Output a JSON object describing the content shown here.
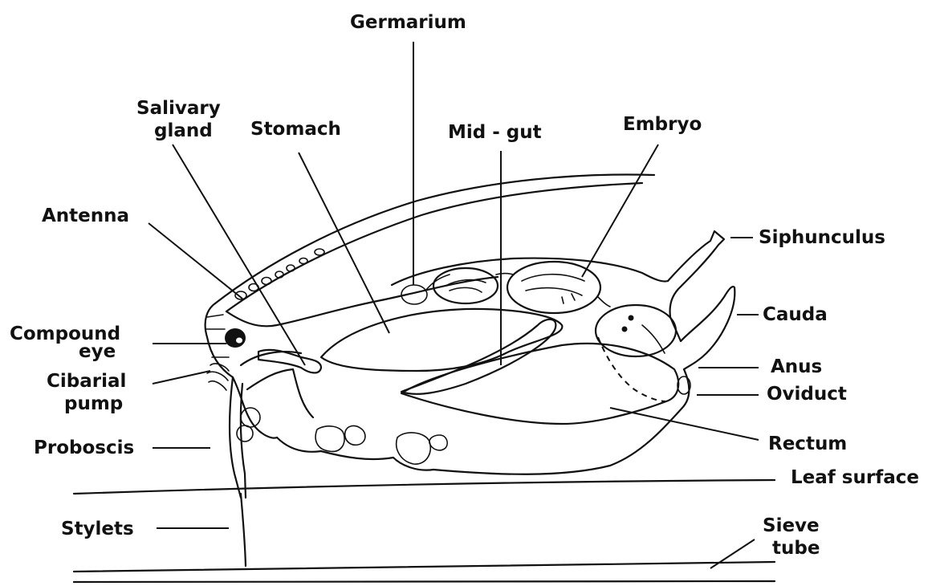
{
  "diagram": {
    "labels": {
      "germarium": "Germarium",
      "salivary_gland_1": "Salivary",
      "salivary_gland_2": "gland",
      "stomach": "Stomach",
      "mid_gut": "Mid - gut",
      "embryo": "Embryo",
      "antenna": "Antenna",
      "siphunculus": "Siphunculus",
      "cauda": "Cauda",
      "compound_eye_1": "Compound",
      "compound_eye_2": "eye",
      "cibarial_pump_1": "Cibarial",
      "cibarial_pump_2": "pump",
      "anus": "Anus",
      "oviduct": "Oviduct",
      "proboscis": "Proboscis",
      "rectum": "Rectum",
      "leaf_surface": "Leaf surface",
      "stylets": "Stylets",
      "sieve_tube_1": "Sieve",
      "sieve_tube_2": "tube"
    }
  }
}
